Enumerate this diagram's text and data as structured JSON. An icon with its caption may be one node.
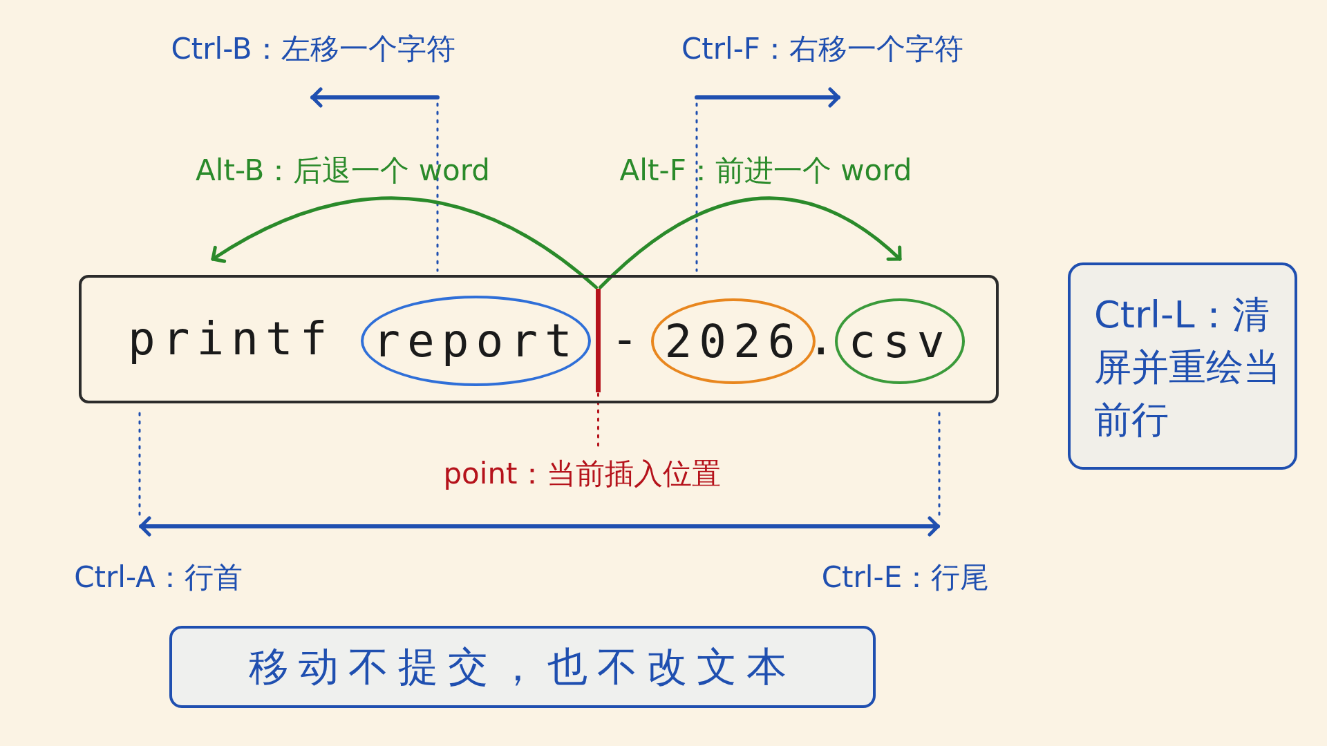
{
  "diagram": {
    "nodes": [
      {
        "text": [
          "printf",
          "-",
          "."
        ]
      },
      {
        "text": [
          "report"
        ],
        "in": 0
      },
      {
        "text": [],
        "shape": "bar",
        "in": 0
      },
      {
        "text": [
          "2026"
        ],
        "in": 0
      },
      {
        "text": [
          "csv"
        ],
        "in": 0
      },
      {
        "text": [
          "Ctrl-L：清屏并重绘当前行"
        ]
      },
      {
        "text": [
          "point：当前插入位置"
        ]
      },
      {
        "text": [
          "移动不提交，也不改文本"
        ]
      }
    ],
    "edges": [
      {
        "from": 2,
        "to": null,
        "arrow": "to",
        "color": "#2a8a2a"
      },
      {
        "from": 2,
        "to": null,
        "arrow": "to",
        "color": "#2a8a2a"
      },
      {
        "from": 2,
        "to": 6,
        "arrow": "none",
        "style": "dashed",
        "color": "#b5121b"
      }
    ],
    "labels": [
      "Ctrl-B：左移一个字符",
      "Ctrl-F：右移一个字符",
      "Alt-B：后退一个 word",
      "Alt-F：前进一个 word",
      "Ctrl-A：行首",
      "Ctrl-E：行尾"
    ]
  }
}
